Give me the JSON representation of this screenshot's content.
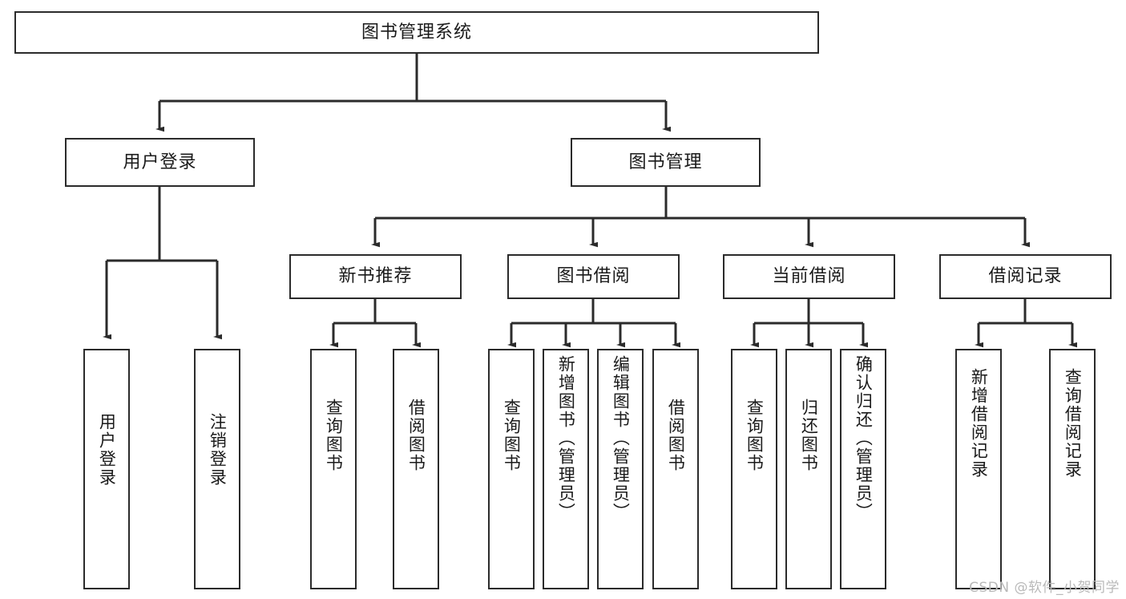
{
  "diagram": {
    "title": "图书管理系统",
    "type": "tree-hierarchy-chart",
    "watermark": "CSDN @软件_小贺同学",
    "colors": {
      "box_border": "#2b2b2b",
      "box_fill": "#ffffff",
      "edge": "#2b2b2b",
      "text": "#1a1a1a",
      "watermark": "#b9b9b9",
      "background": "#ffffff"
    },
    "nodes": {
      "root": {
        "label": "图书管理系统",
        "level": 0
      },
      "user_login": {
        "label": "用户登录",
        "level": 1
      },
      "book_manage": {
        "label": "图书管理",
        "level": 1
      },
      "new_book_rec": {
        "label": "新书推荐",
        "level": 2
      },
      "book_borrow": {
        "label": "图书借阅",
        "level": 2
      },
      "current_borrow": {
        "label": "当前借阅",
        "level": 2
      },
      "borrow_record": {
        "label": "借阅记录",
        "level": 2
      },
      "leaf_user_login": {
        "label": "用户登录",
        "level": 3
      },
      "leaf_logout": {
        "label": "注销登录",
        "level": 3
      },
      "leaf_query_book_1": {
        "label": "查询图书",
        "level": 3
      },
      "leaf_borrow_book_1": {
        "label": "借阅图书",
        "level": 3
      },
      "leaf_query_book_2": {
        "label": "查询图书",
        "level": 3
      },
      "leaf_add_book": {
        "label": "新增图书（管理员）",
        "level": 3
      },
      "leaf_edit_book": {
        "label": "编辑图书（管理员）",
        "level": 3
      },
      "leaf_borrow_book_2": {
        "label": "借阅图书",
        "level": 3
      },
      "leaf_query_book_3": {
        "label": "查询图书",
        "level": 3
      },
      "leaf_return_book": {
        "label": "归还图书",
        "level": 3
      },
      "leaf_confirm_return": {
        "label": "确认归还（管理员）",
        "level": 3
      },
      "leaf_add_record": {
        "label": "新增借阅记录",
        "level": 3
      },
      "leaf_query_record": {
        "label": "查询借阅记录",
        "level": 3
      }
    },
    "edges": [
      {
        "from": "root",
        "to": "user_login"
      },
      {
        "from": "root",
        "to": "book_manage"
      },
      {
        "from": "user_login",
        "to": "leaf_user_login"
      },
      {
        "from": "user_login",
        "to": "leaf_logout"
      },
      {
        "from": "book_manage",
        "to": "new_book_rec"
      },
      {
        "from": "book_manage",
        "to": "book_borrow"
      },
      {
        "from": "book_manage",
        "to": "current_borrow"
      },
      {
        "from": "book_manage",
        "to": "borrow_record"
      },
      {
        "from": "new_book_rec",
        "to": "leaf_query_book_1"
      },
      {
        "from": "new_book_rec",
        "to": "leaf_borrow_book_1"
      },
      {
        "from": "book_borrow",
        "to": "leaf_query_book_2"
      },
      {
        "from": "book_borrow",
        "to": "leaf_add_book"
      },
      {
        "from": "book_borrow",
        "to": "leaf_edit_book"
      },
      {
        "from": "book_borrow",
        "to": "leaf_borrow_book_2"
      },
      {
        "from": "current_borrow",
        "to": "leaf_query_book_3"
      },
      {
        "from": "current_borrow",
        "to": "leaf_return_book"
      },
      {
        "from": "current_borrow",
        "to": "leaf_confirm_return"
      },
      {
        "from": "borrow_record",
        "to": "leaf_add_record"
      },
      {
        "from": "borrow_record",
        "to": "leaf_query_record"
      }
    ]
  }
}
